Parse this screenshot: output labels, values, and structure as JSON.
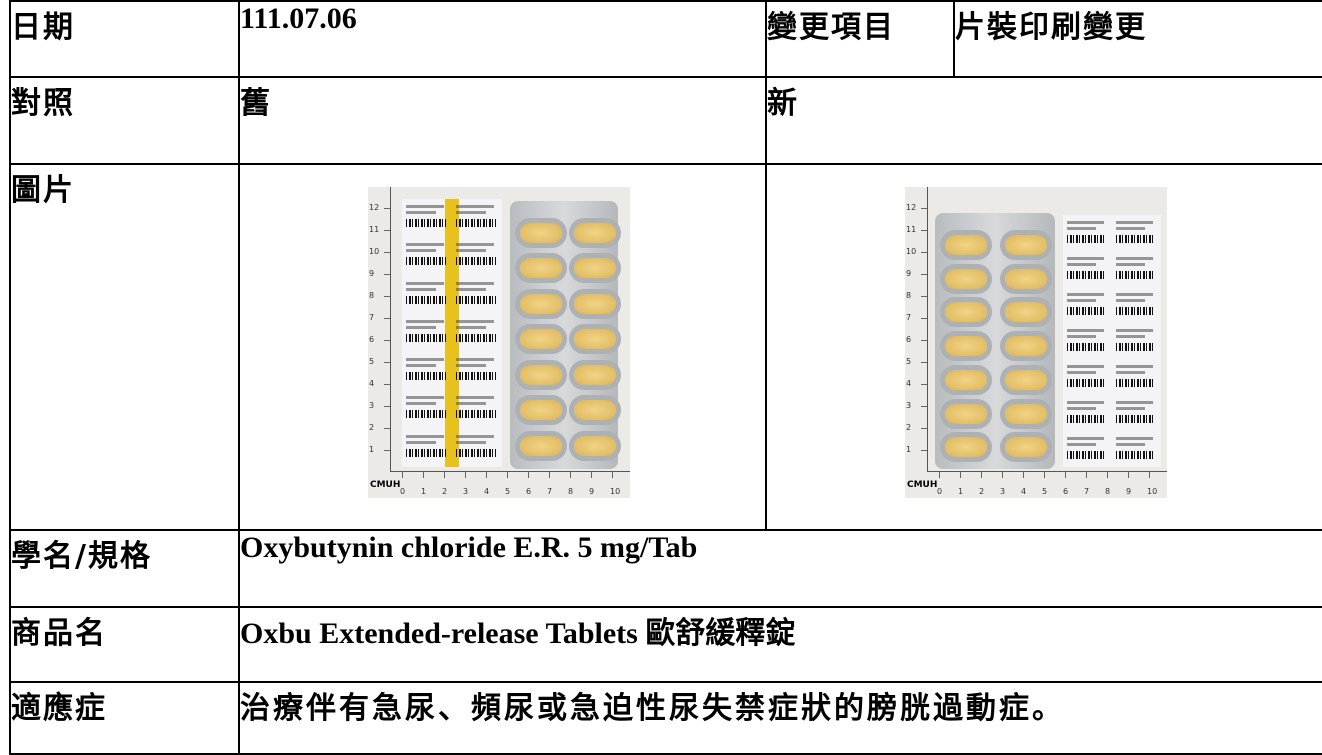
{
  "rows": {
    "date": {
      "label": "日期",
      "value": "111.07.06",
      "change_label": "變更項目",
      "change_value": "片裝印刷變更"
    },
    "compare": {
      "label": "對照",
      "old": "舊",
      "new": "新"
    },
    "image": {
      "label": "圖片",
      "ruler_mark": "CMUH"
    },
    "generic": {
      "label": "學名/規格",
      "value": "Oxybutynin chloride E.R. 5 mg/Tab"
    },
    "brand": {
      "label": "商品名",
      "value": "Oxbu Extended-release Tablets 歐舒緩釋錠"
    },
    "indication": {
      "label": "適應症",
      "value": "治療伴有急尿、頻尿或急迫性尿失禁症狀的膀胱過動症。"
    }
  }
}
